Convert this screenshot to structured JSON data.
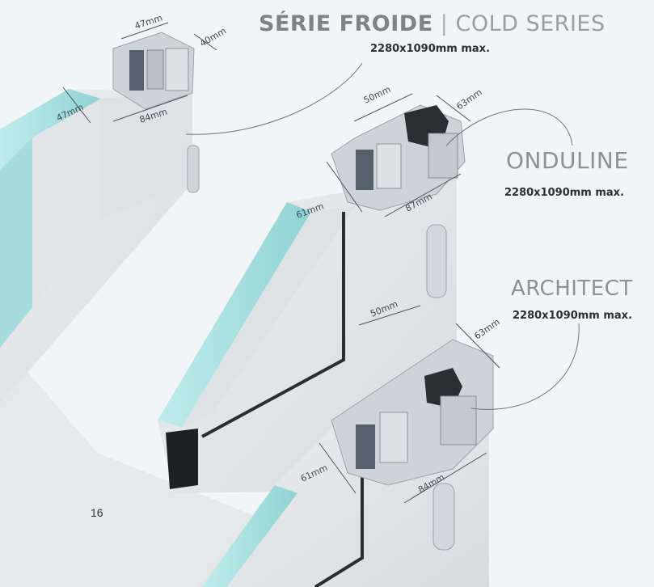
{
  "header": {
    "title_fr": "SÉRIE FROIDE",
    "separator": "|",
    "title_en": "COLD SERIES",
    "spec": "2280x1090mm max."
  },
  "onduline": {
    "title": "ONDULINE",
    "spec": "2280x1090mm max."
  },
  "architect": {
    "title": "ARCHITECT",
    "spec": "2280x1090mm max."
  },
  "dimensions": {
    "cold_width_top": "47mm",
    "cold_depth_top": "40mm",
    "cold_panel": "47mm",
    "cold_total": "84mm",
    "onduline_width_top": "50mm",
    "onduline_depth_top": "63mm",
    "onduline_panel": "61mm",
    "onduline_total": "87mm",
    "architect_width_top": "50mm",
    "architect_depth_top": "63mm",
    "architect_panel": "61mm",
    "architect_total": "84mm"
  },
  "page": {
    "number": "16"
  },
  "colors": {
    "insulation": "#aee3e2",
    "frame": "#e4e6e8",
    "gasket": "#2b2e31",
    "label": "#8d9094"
  }
}
